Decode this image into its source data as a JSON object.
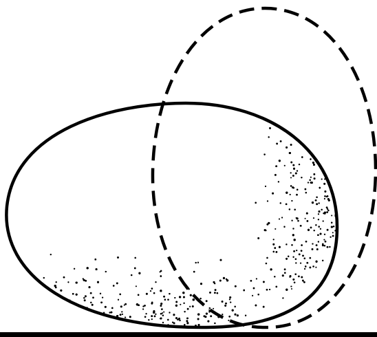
{
  "figure": {
    "elements": [
      {
        "name": "lying-egg",
        "style": "solid outline with stippled shading"
      },
      {
        "name": "upright-egg",
        "style": "dashed outline"
      },
      {
        "name": "ground-line",
        "style": "solid"
      }
    ],
    "colors": {
      "background": "#ffffff",
      "ink": "#000000"
    }
  }
}
